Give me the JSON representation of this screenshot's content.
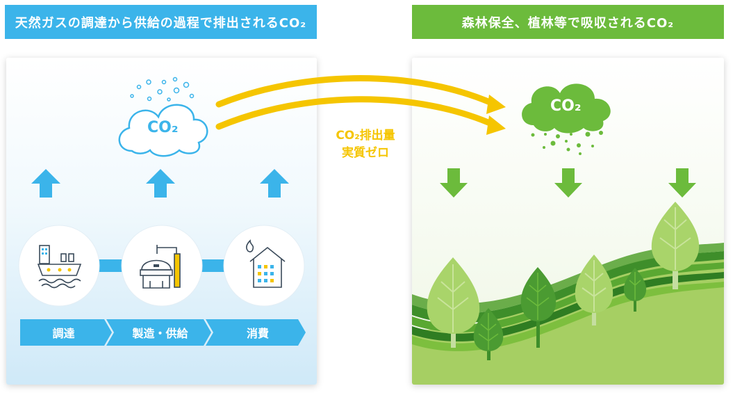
{
  "left_section": {
    "title": "天然ガスの調達から供給の過程で排出されるCO₂",
    "cloud_label": "CO₂",
    "steps": [
      "調達",
      "製造・供給",
      "消費"
    ]
  },
  "right_section": {
    "title": "森林保全、植林等で吸収されるCO₂",
    "cloud_label": "CO₂"
  },
  "center": {
    "line1": "CO₂排出量",
    "line2": "実質ゼロ"
  },
  "colors": {
    "blue": "#3bb4ea",
    "green": "#6cbb3c",
    "yellow": "#f5c500",
    "dark_green": "#3e8e2a",
    "light_leaf": "#a9d46a"
  },
  "icons": [
    "ship-icon",
    "factory-tank-icon",
    "house-fire-icon",
    "up-arrow-icon",
    "down-arrow-icon",
    "tree-icon"
  ]
}
